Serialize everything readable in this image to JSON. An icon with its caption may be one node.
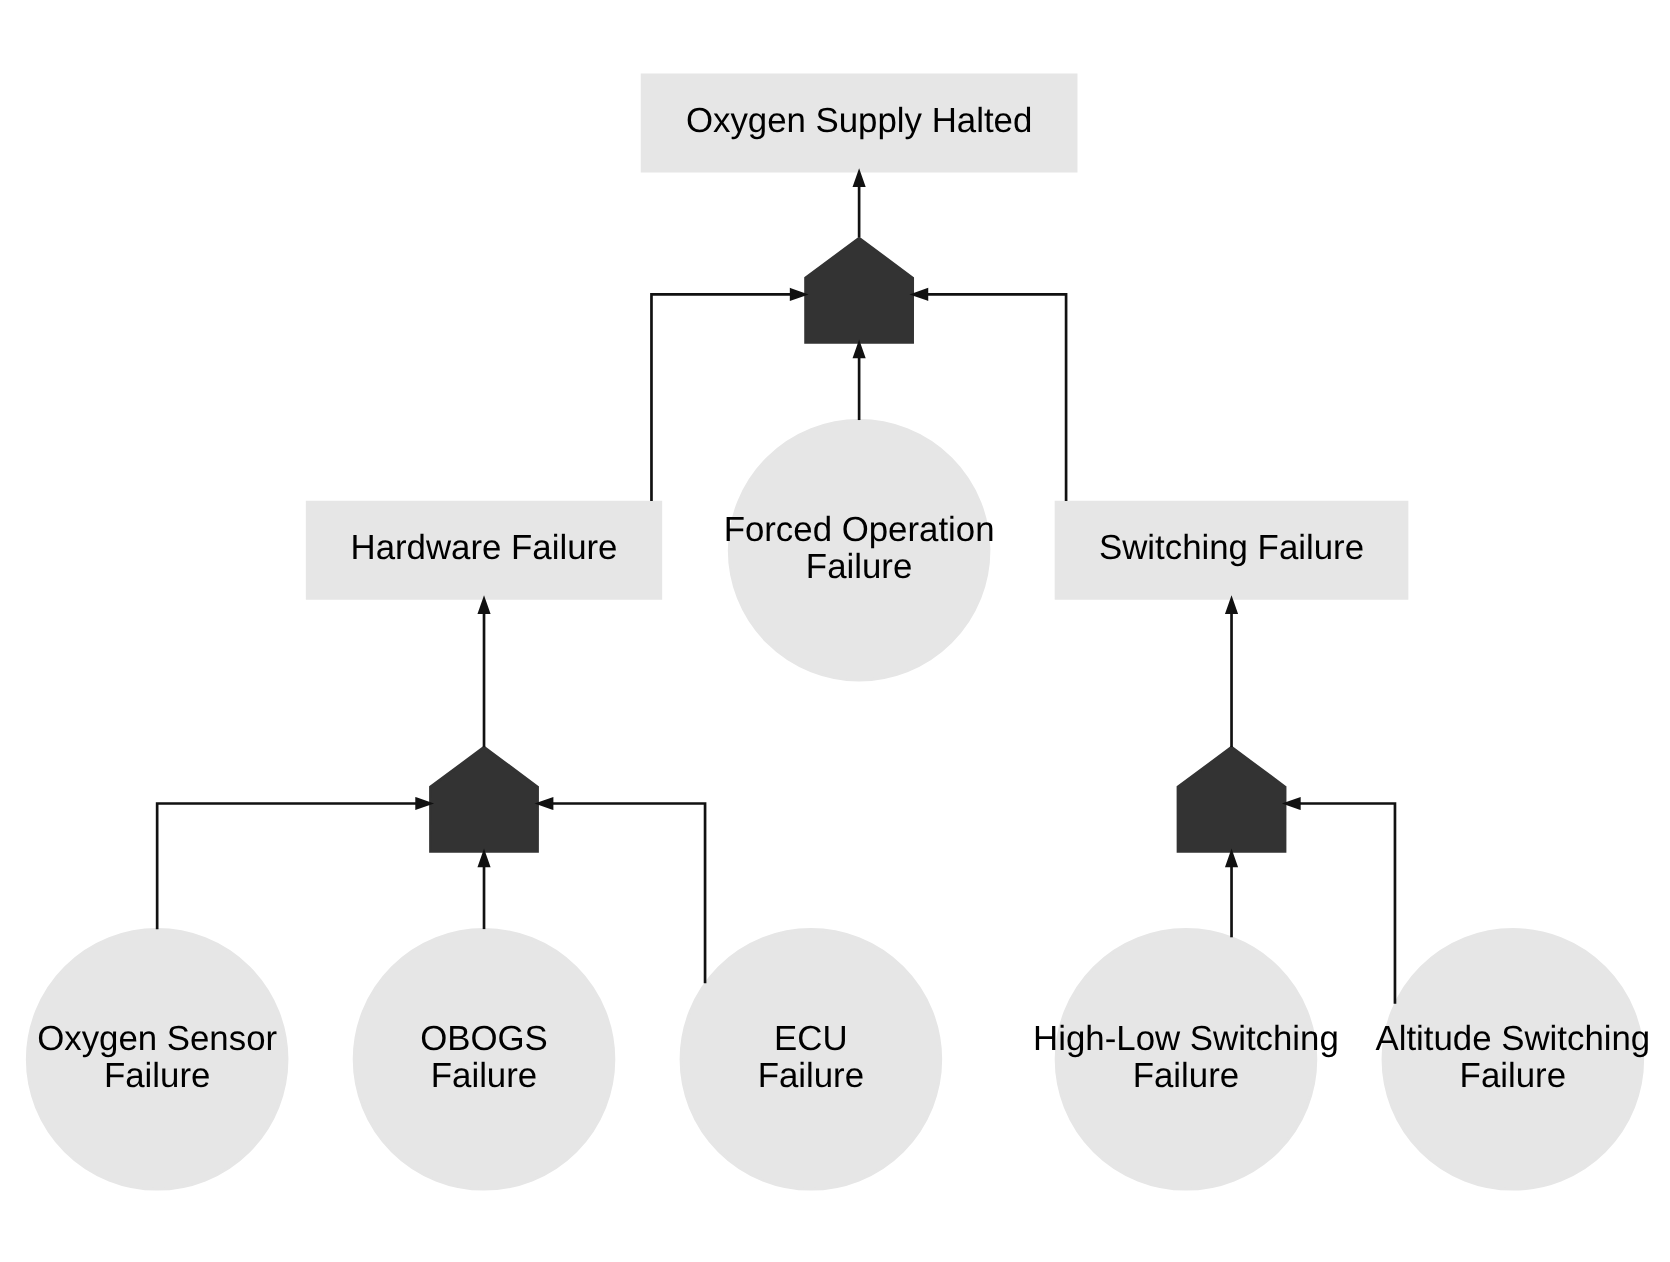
{
  "diagram": {
    "nodes": [
      {
        "text": [
          "Oxygen Supply Halted"
        ]
      },
      {
        "text": [],
        "shape": "gate"
      },
      {
        "text": [
          "Hardware Failure"
        ]
      },
      {
        "text": [
          "Forced Operation Failure"
        ]
      },
      {
        "text": [
          "Switching Failure"
        ]
      },
      {
        "text": [],
        "shape": "gate"
      },
      {
        "text": [],
        "shape": "gate"
      },
      {
        "text": [
          "Oxygen Sensor Failure"
        ]
      },
      {
        "text": [
          "OBOGS Failure"
        ]
      },
      {
        "text": [
          "ECU Failure"
        ]
      },
      {
        "text": [
          "High-Low Switching Failure"
        ]
      },
      {
        "text": [
          "Altitude Switching Failure"
        ]
      }
    ],
    "edges": [
      {
        "from": 1,
        "to": 0,
        "arrow": "to"
      },
      {
        "from": 2,
        "to": 1,
        "arrow": "to"
      },
      {
        "from": 3,
        "to": 1,
        "arrow": "to"
      },
      {
        "from": 4,
        "to": 1,
        "arrow": "to"
      },
      {
        "from": 5,
        "to": 2,
        "arrow": "to"
      },
      {
        "from": 6,
        "to": 4,
        "arrow": "to"
      },
      {
        "from": 7,
        "to": 5,
        "arrow": "to"
      },
      {
        "from": 8,
        "to": 5,
        "arrow": "to"
      },
      {
        "from": 9,
        "to": 5,
        "arrow": "to"
      },
      {
        "from": 10,
        "to": 6,
        "arrow": "to"
      },
      {
        "from": 11,
        "to": 6,
        "arrow": "to"
      }
    ]
  }
}
